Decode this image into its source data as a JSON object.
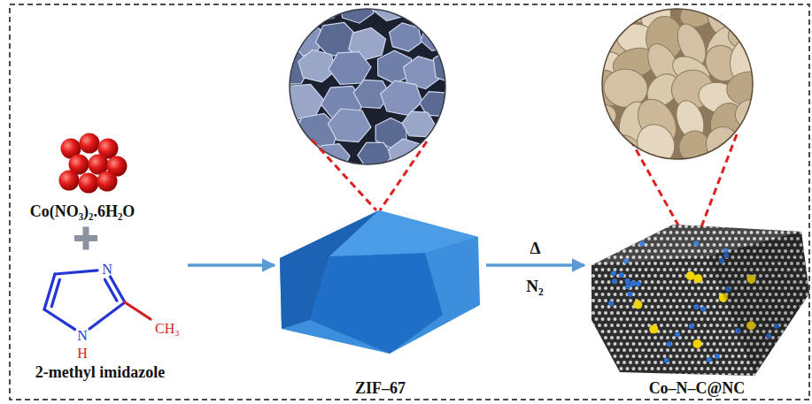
{
  "diagram": {
    "nodes": [
      {
        "text": [
          "Co(NO₃)₂.6H₂O"
        ]
      },
      {
        "text": [
          "2-methyl imidazole"
        ]
      },
      {
        "text": [
          "ZIF–67"
        ]
      },
      {
        "text": [
          "Co–N–C@NC"
        ]
      }
    ],
    "edges": [
      {
        "from": 1,
        "to": 2,
        "arrow": "to"
      },
      {
        "from": 2,
        "to": 3,
        "label": "Δ",
        "arrow": "to"
      }
    ],
    "labels": [
      "N",
      "N",
      "H",
      "CH₃",
      "N₂"
    ]
  }
}
